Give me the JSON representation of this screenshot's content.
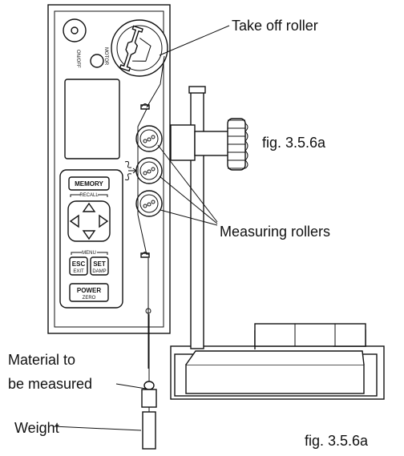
{
  "labels": {
    "take_off_roller": "Take off roller",
    "fig_top": "fig. 3.5.6a",
    "measuring_rollers": "Measuring rollers",
    "material_line1": "Material to",
    "material_line2": "be measured",
    "weight": "Weight",
    "fig_bottom": "fig. 3.5.6a"
  },
  "device": {
    "motor_label": "MOTOR",
    "onoff_label": "ON/OFF",
    "memory_key": "MEMORY",
    "recall_label": "RECALL",
    "menu_label": "MENU",
    "esc_key": "ESC",
    "exit_label": "EXIT",
    "set_key": "SET",
    "damp_label": "DAMP",
    "power_key": "POWER",
    "zero_label": "ZERO"
  }
}
